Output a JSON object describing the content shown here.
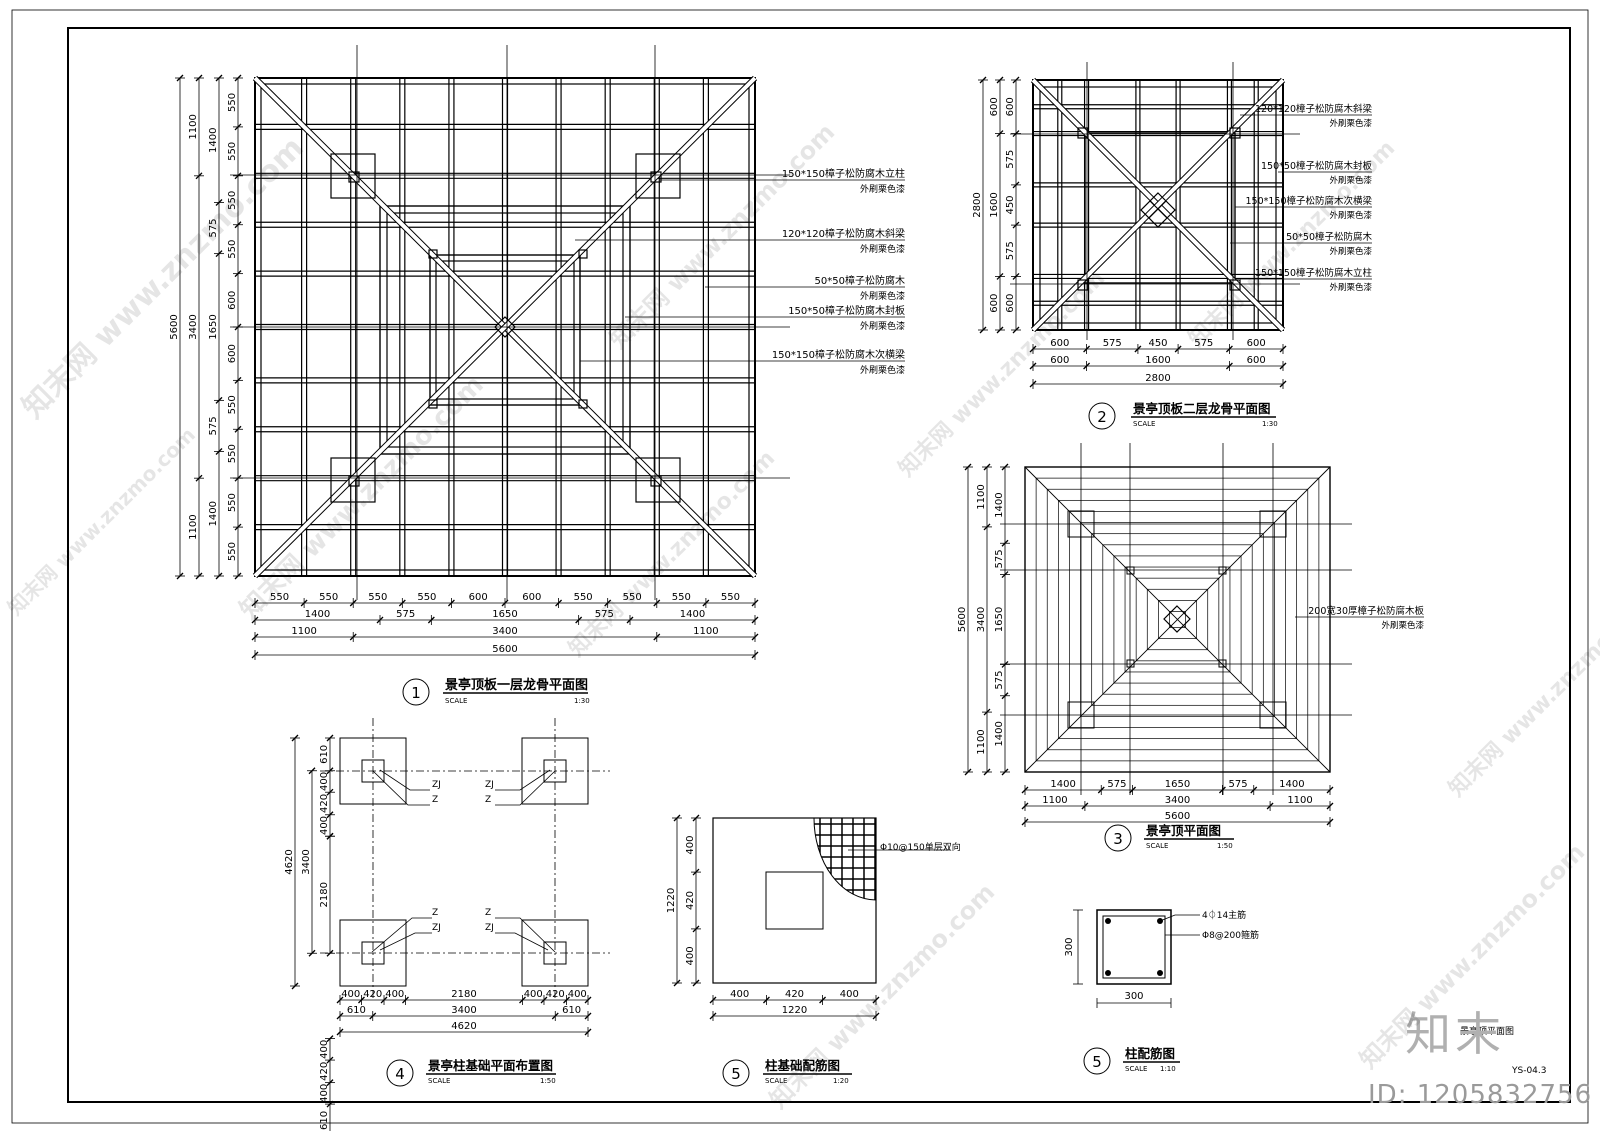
{
  "sheet_code": "YS-04.3",
  "id_label": "ID: 1205832756",
  "brand_logo": "知末",
  "watermark_text": "知末网 www.znzmo.com",
  "plan1": {
    "number": "1",
    "title": "景亭顶板一层龙骨平面图",
    "scale_word": "SCALE",
    "scale": "1:30",
    "h_row1": [
      "550",
      "550",
      "550",
      "550",
      "600",
      "600",
      "550",
      "550",
      "550",
      "550"
    ],
    "h_row2": [
      "1400",
      "575",
      "1650",
      "575",
      "1400"
    ],
    "h_row3": [
      "1100",
      "3400",
      "1100"
    ],
    "h_total": "5600",
    "v_row1": [
      "550",
      "550",
      "550",
      "550",
      "600",
      "600",
      "550",
      "550",
      "550",
      "550"
    ],
    "v_row2": [
      "1400",
      "575",
      "1650",
      "575",
      "1400"
    ],
    "v_row3": [
      "1100",
      "3400",
      "1100"
    ],
    "v_total": "5600",
    "callouts": [
      {
        "l1": "150*150樟子松防腐木立柱",
        "l2": "外刷栗色漆"
      },
      {
        "l1": "120*120樟子松防腐木斜梁",
        "l2": "外刷栗色漆"
      },
      {
        "l1": "50*50樟子松防腐木",
        "l2": "外刷栗色漆"
      },
      {
        "l1": "150*50樟子松防腐木封板",
        "l2": "外刷栗色漆"
      },
      {
        "l1": "150*150樟子松防腐木次横梁",
        "l2": "外刷栗色漆"
      }
    ]
  },
  "plan2": {
    "number": "2",
    "title": "景亭顶板二层龙骨平面图",
    "scale_word": "SCALE",
    "scale": "1:30",
    "h_row1": [
      "600",
      "575",
      "450",
      "575",
      "600"
    ],
    "h_row2": [
      "600",
      "1600",
      "600"
    ],
    "h_total": "2800",
    "v_row1": [
      "600",
      "575",
      "450",
      "575",
      "600"
    ],
    "v_row2": [
      "600",
      "1600",
      "600"
    ],
    "v_total": "2800",
    "callouts": [
      {
        "l1": "120*120樟子松防腐木斜梁",
        "l2": "外刷栗色漆"
      },
      {
        "l1": "150*50樟子松防腐木封板",
        "l2": "外刷栗色漆"
      },
      {
        "l1": "150*150樟子松防腐木次横梁",
        "l2": "外刷栗色漆"
      },
      {
        "l1": "50*50樟子松防腐木",
        "l2": "外刷栗色漆"
      },
      {
        "l1": "150*150樟子松防腐木立柱",
        "l2": "外刷栗色漆"
      }
    ]
  },
  "plan3": {
    "number": "3",
    "title": "景亭顶平面图",
    "scale_word": "SCALE",
    "scale": "1:50",
    "h_row1": [
      "1400",
      "575",
      "1650",
      "575",
      "1400"
    ],
    "h_row2": [
      "1100",
      "3400",
      "1100"
    ],
    "h_total": "5600",
    "v_row1": [
      "1400",
      "575",
      "1650",
      "575",
      "1400"
    ],
    "v_row2": [
      "1100",
      "3400",
      "1100"
    ],
    "v_total": "5600",
    "callout_l1": "200宽30厚樟子松防腐木板",
    "callout_l2": "外刷栗色漆"
  },
  "plan4": {
    "number": "4",
    "title": "景亭柱基础平面布置图",
    "scale_word": "SCALE",
    "scale": "1:50",
    "h_row1": [
      "400",
      "420",
      "400",
      "2180",
      "400",
      "420",
      "400"
    ],
    "h_row2": [
      "610",
      "3400",
      "610"
    ],
    "h_total": "4620",
    "v_top": [
      "610",
      "400",
      "420",
      "400"
    ],
    "v_mid": "2180",
    "v_bot": [
      "400",
      "420",
      "400",
      "610"
    ],
    "v_3400": "3400",
    "v_total": "4620",
    "tag_zj": "ZJ",
    "tag_z": "Z"
  },
  "plan5a": {
    "number": "5",
    "title": "柱基础配筋图",
    "scale_word": "SCALE",
    "scale": "1:20",
    "h_row1": [
      "400",
      "420",
      "400"
    ],
    "h_total": "1220",
    "v_row1": [
      "400",
      "420",
      "400"
    ],
    "v_total": "1220",
    "rebar": "Φ10@150单层双向"
  },
  "plan5b": {
    "number": "5",
    "title": "柱配筋图",
    "scale_word": "SCALE",
    "scale": "1:10",
    "width": "300",
    "height": "300",
    "rebar1": "4⏀14主筋",
    "rebar2": "Φ8@200箍筋"
  },
  "residual_text": "景亭顶平面图"
}
